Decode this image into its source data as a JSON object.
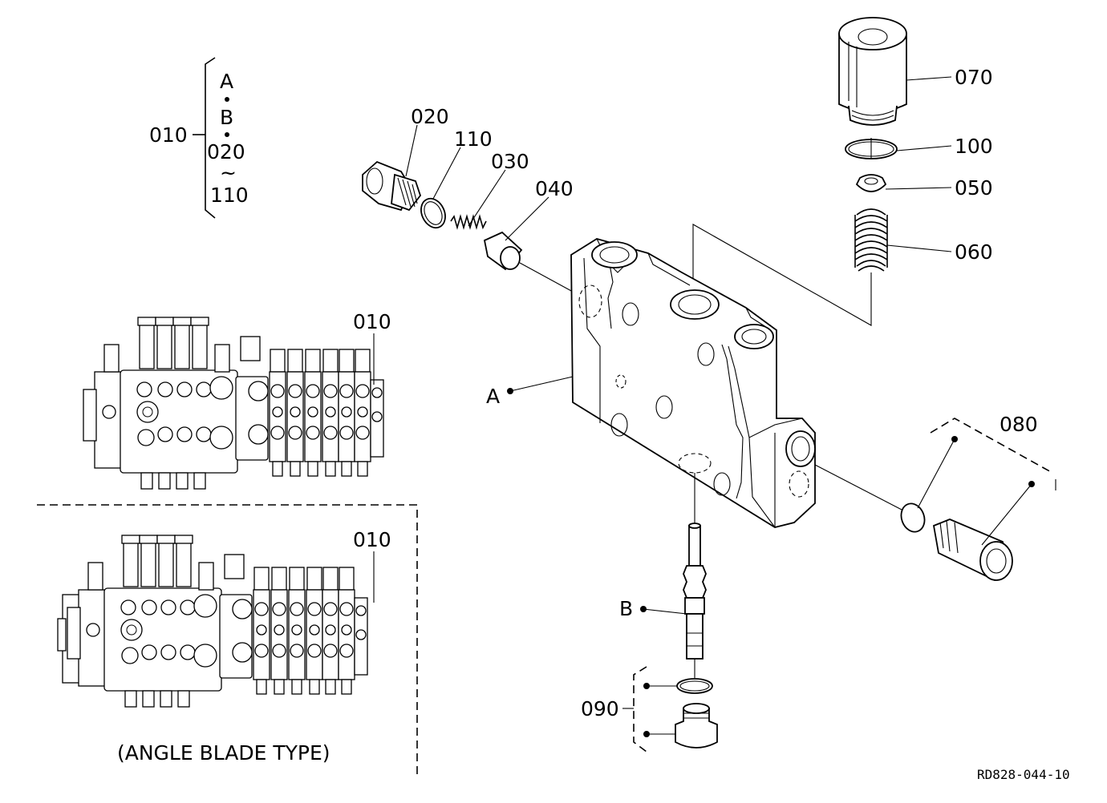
{
  "labels": {
    "p010_main": "010",
    "bracket_a": "A",
    "bracket_b": "B",
    "bracket_020": "020",
    "bracket_tilde": "~",
    "bracket_110": "110",
    "p020": "020",
    "p110": "110",
    "p030": "030",
    "p040": "040",
    "p070": "070",
    "p100": "100",
    "p050": "050",
    "p060": "060",
    "pA": "A",
    "p080": "080",
    "pB": "B",
    "p090": "090",
    "p010_top": "010",
    "p010_bottom": "010",
    "angle_blade": "(ANGLE BLADE TYPE)",
    "ref_code": "RD828-044-10"
  }
}
